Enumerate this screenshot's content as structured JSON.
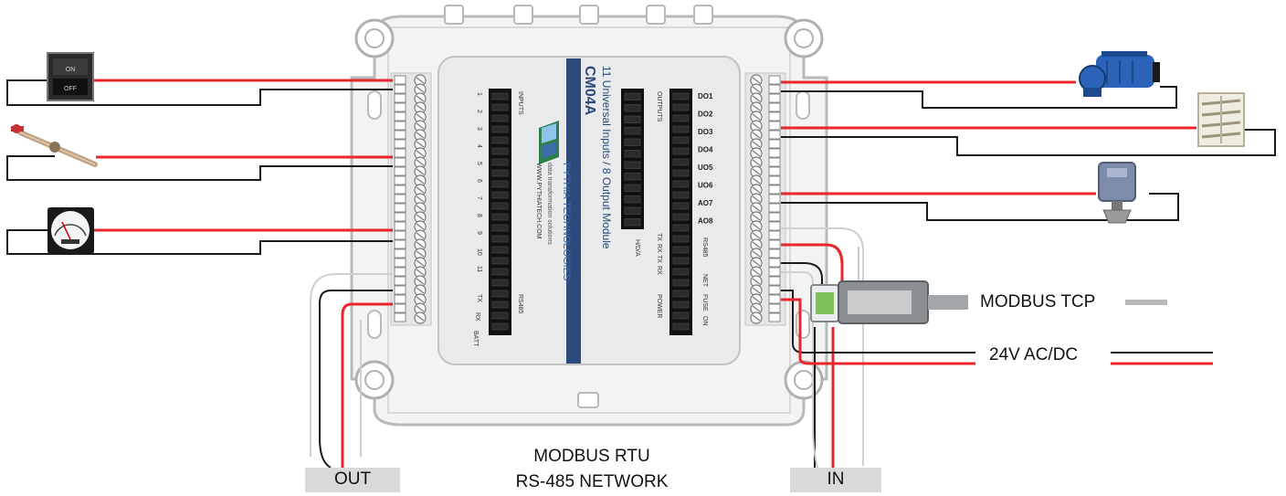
{
  "module": {
    "model": "CM04A",
    "subtitle": "11 Universal Inputs / 8 Output Module",
    "brand": "PYTHIA TECHNOLOGIES",
    "tagline": "data transformation solutions",
    "website": "WWW.PYTHIATECH.COM",
    "inputs_header": "INPUTS",
    "outputs_header": "OUTPUTS",
    "input_numbers": [
      "1",
      "2",
      "3",
      "4",
      "5",
      "6",
      "7",
      "8",
      "9",
      "10",
      "11"
    ],
    "input_bottom_labels": [
      "TX",
      "RX",
      "BATT"
    ],
    "rs485_left": "RS485",
    "output_labels": [
      "DO1",
      "DO2",
      "DO3",
      "DO4",
      "UO5",
      "UO6",
      "AO7",
      "AO8"
    ],
    "rs485_right": "RS485",
    "rs485_right_labels": [
      "TX",
      "RX",
      "TX",
      "RX"
    ],
    "net_label": "NET",
    "fuse_label": "FUSE",
    "on_label": "ON",
    "power_label": "POWER",
    "hid_label": "H/D/A"
  },
  "labels": {
    "modbus_tcp": "MODBUS TCP",
    "power_supply": "24V AC/DC",
    "rtu_line1": "MODBUS RTU",
    "rtu_line2": "RS-485 NETWORK",
    "out_tag": "OUT",
    "in_tag": "IN"
  },
  "devices": {
    "switch_on": "ON",
    "switch_off": "OFF"
  },
  "colors": {
    "wire_red": "#e8262b",
    "wire_black": "#1a1a1a",
    "wire_grey": "#b8b8b8",
    "brand_blue": "#2e4a7a"
  }
}
